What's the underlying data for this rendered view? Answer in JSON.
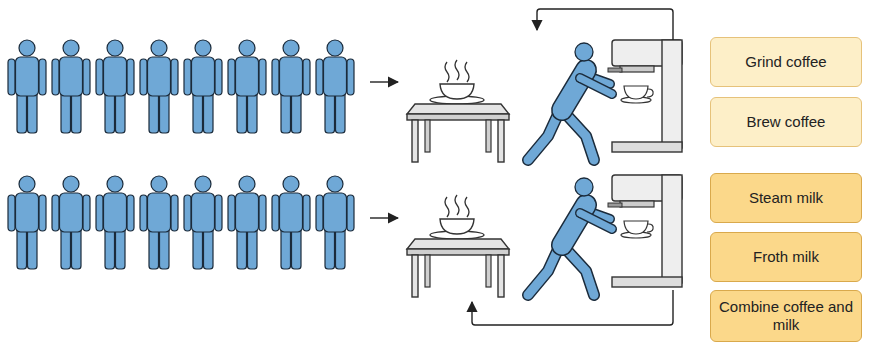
{
  "diagram": {
    "nodes": [
      {
        "text": [
          "Grind coffee"
        ]
      },
      {
        "text": [
          "Brew coffee"
        ]
      },
      {
        "text": [
          "Steam milk"
        ]
      },
      {
        "text": [
          "Froth milk"
        ]
      },
      {
        "text": [
          "Combine coffee and milk"
        ]
      }
    ]
  }
}
